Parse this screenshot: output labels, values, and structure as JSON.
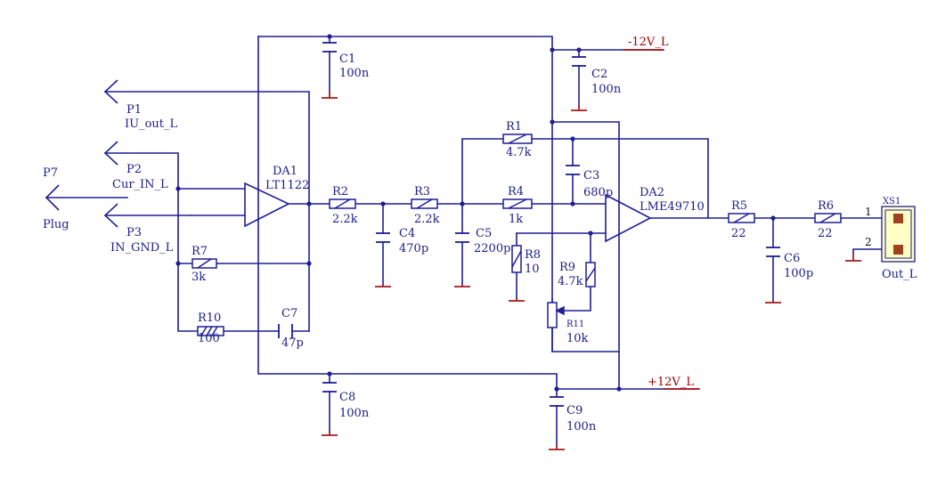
{
  "colors": {
    "wire": "#1e1e96",
    "ground": "#a81a1a",
    "label": "#1c1c8c",
    "rail_label": "#a30000",
    "connector_fill": "#ffffc6",
    "connector_pin": "#a0421e"
  },
  "ports": {
    "p1": {
      "ref": "P1",
      "net": "IU_out_L"
    },
    "p2": {
      "ref": "P2",
      "net": "Cur_IN_L"
    },
    "p3": {
      "ref": "P3",
      "net": "IN_GND_L"
    },
    "p7": {
      "ref": "P7",
      "net": "Plug"
    }
  },
  "power": {
    "neg": "-12V_L",
    "pos": "+12V_L"
  },
  "opamps": {
    "da1": {
      "ref": "DA1",
      "part": "LT1122"
    },
    "da2": {
      "ref": "DA2",
      "part": "LME49710"
    }
  },
  "resistors": {
    "r1": {
      "ref": "R1",
      "value": "4.7k"
    },
    "r2": {
      "ref": "R2",
      "value": "2.2k"
    },
    "r3": {
      "ref": "R3",
      "value": "2.2k"
    },
    "r4": {
      "ref": "R4",
      "value": "1k"
    },
    "r5": {
      "ref": "R5",
      "value": "22"
    },
    "r6": {
      "ref": "R6",
      "value": "22"
    },
    "r7": {
      "ref": "R7",
      "value": "3k"
    },
    "r8": {
      "ref": "R8",
      "value": "10"
    },
    "r9": {
      "ref": "R9",
      "value": "4.7k"
    },
    "r10": {
      "ref": "R10",
      "value": "100"
    },
    "r11": {
      "ref": "R11",
      "value": "10k"
    }
  },
  "capacitors": {
    "c1": {
      "ref": "C1",
      "value": "100n"
    },
    "c2": {
      "ref": "C2",
      "value": "100n"
    },
    "c3": {
      "ref": "C3",
      "value": "680p"
    },
    "c4": {
      "ref": "C4",
      "value": "470p"
    },
    "c5": {
      "ref": "C5",
      "value": "2200p"
    },
    "c6": {
      "ref": "C6",
      "value": "100p"
    },
    "c7": {
      "ref": "C7",
      "value": "47p"
    },
    "c8": {
      "ref": "C8",
      "value": "100n"
    },
    "c9": {
      "ref": "C9",
      "value": "100n"
    }
  },
  "connector": {
    "ref": "XS1",
    "name": "Out_L",
    "pin1": "1",
    "pin2": "2"
  }
}
